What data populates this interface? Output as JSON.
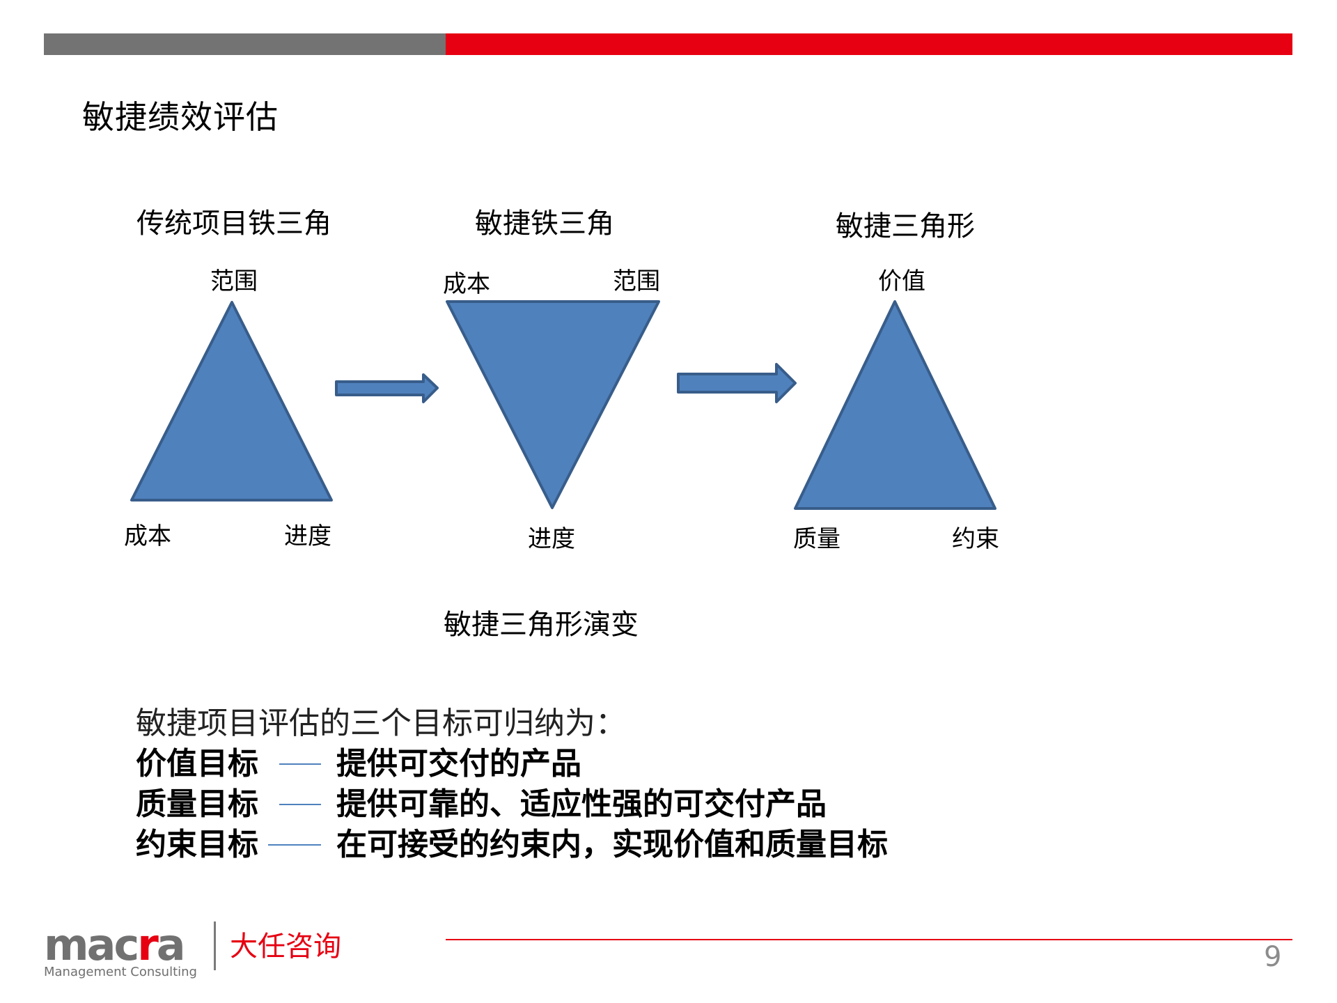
{
  "header": {
    "bar_colors": {
      "left": "#737373",
      "right": "#E60012"
    },
    "title": "敏捷绩效评估"
  },
  "diagram": {
    "shape_fill": "#4F81BD",
    "shape_stroke": "#385D8A",
    "triangles": [
      {
        "title": "传统项目铁三角",
        "orientation": "up",
        "labels": {
          "top": "范围",
          "bottom_left": "成本",
          "bottom_right": "进度"
        }
      },
      {
        "title": "敏捷铁三角",
        "orientation": "down",
        "labels": {
          "top_left": "成本",
          "top_right": "范围",
          "bottom": "进度"
        }
      },
      {
        "title": "敏捷三角形",
        "orientation": "up",
        "labels": {
          "top": "价值",
          "bottom_left": "质量",
          "bottom_right": "约束"
        }
      }
    ],
    "arrows": [
      {
        "from": "传统项目铁三角",
        "to": "敏捷铁三角",
        "icon": "right-arrow-icon"
      },
      {
        "from": "敏捷铁三角",
        "to": "敏捷三角形",
        "icon": "right-arrow-icon"
      }
    ],
    "caption": "敏捷三角形演变"
  },
  "goals": {
    "intro": "敏捷项目评估的三个目标可归纳为：",
    "dash_color": "#4F81BD",
    "items": [
      {
        "name": "价值目标",
        "description": "提供可交付的产品"
      },
      {
        "name": "质量目标",
        "description": "提供可靠的、适应性强的可交付产品"
      },
      {
        "name": "约束目标",
        "description": "在可接受的约束内，实现价值和质量目标"
      }
    ]
  },
  "footer": {
    "logo_text_pre": "mac",
    "logo_text_highlight": "r",
    "logo_text_post": "a",
    "logo_subtitle": "Management Consulting",
    "company_cn": "大任咨询",
    "page_number": "9",
    "accent_color": "#E60012"
  }
}
